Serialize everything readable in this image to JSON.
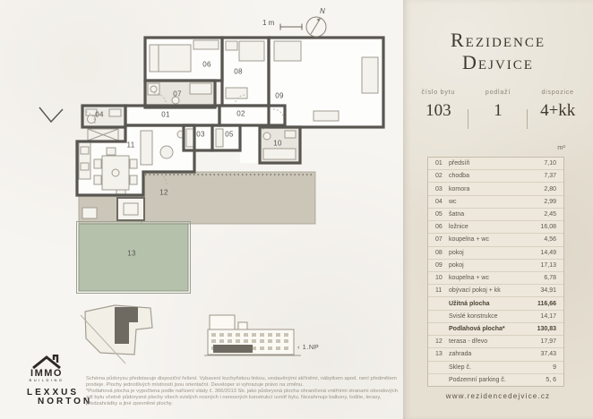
{
  "plan": {
    "scale_label": "1 m",
    "compass_label": "N",
    "floor_label": "‹ 1.NP",
    "room_labels": [
      "01",
      "02",
      "03",
      "04",
      "05",
      "06",
      "07",
      "08",
      "09",
      "10",
      "11",
      "12",
      "13"
    ]
  },
  "panel": {
    "title_line1": "Rezidence",
    "title_line2": "Dejvice",
    "info": [
      {
        "label": "číslo bytu",
        "value": "103"
      },
      {
        "label": "podlaží",
        "value": "1"
      },
      {
        "label": "dispozice",
        "value": "4+kk"
      }
    ],
    "area_unit": "m²",
    "rows": [
      {
        "num": "01",
        "name": "předsíň",
        "value": "7,10"
      },
      {
        "num": "02",
        "name": "chodba",
        "value": "7,37"
      },
      {
        "num": "03",
        "name": "komora",
        "value": "2,80"
      },
      {
        "num": "04",
        "name": "wc",
        "value": "2,99"
      },
      {
        "num": "05",
        "name": "šatna",
        "value": "2,45"
      },
      {
        "num": "06",
        "name": "ložnice",
        "value": "16,08"
      },
      {
        "num": "07",
        "name": "koupelna + wc",
        "value": "4,56"
      },
      {
        "num": "08",
        "name": "pokoj",
        "value": "14,49"
      },
      {
        "num": "09",
        "name": "pokoj",
        "value": "17,13"
      },
      {
        "num": "10",
        "name": "koupelna + wc",
        "value": "6,78"
      },
      {
        "num": "11",
        "name": "obývací pokoj + kk",
        "value": "34,91"
      },
      {
        "num": "",
        "name": "Užitná plocha",
        "value": "116,66"
      },
      {
        "num": "",
        "name": "Svislé konstrukce",
        "value": "14,17"
      },
      {
        "num": "",
        "name": "Podlahová plocha*",
        "value": "130,83"
      },
      {
        "num": "12",
        "name": "terasa - dřevo",
        "value": "17,97"
      },
      {
        "num": "13",
        "name": "zahrada",
        "value": "37,43"
      },
      {
        "num": "",
        "name": "Sklep č.",
        "value": "9"
      },
      {
        "num": "",
        "name": "Podzemní parking č.",
        "value": "5, 6"
      }
    ],
    "website": "www.rezidencedejvice.cz"
  },
  "branding": {
    "immo_name": "IMMO",
    "immo_sub": "BUILDING",
    "lexxus_line1": "LEXXUS",
    "lexxus_line2": "NORTON"
  },
  "disclaimer": {
    "para1": "Schéma půdorysu představuje dispoziční řešení. Vybavení kuchyňskou linkou, vestavěnými skříněmi, nábytkem apod. není předmětem prodeje. Plochy jednotlivých místností jsou orientační. Developer si vyhrazuje právo na změnu.",
    "para2": "*Podlahová plocha je vypočtena podle nařízení vlády č. 366/2013 Sb. jako půdorysná plocha ohraničená vnitřními stranami obvodových zdí bytu včetně půdorysné plochy všech svislých nosných i nenosných konstrukcí uvnitř bytu. Nezahrnuje balkony, lodžie, terasy, předzahrádky a jiné zpevněné plochy."
  }
}
